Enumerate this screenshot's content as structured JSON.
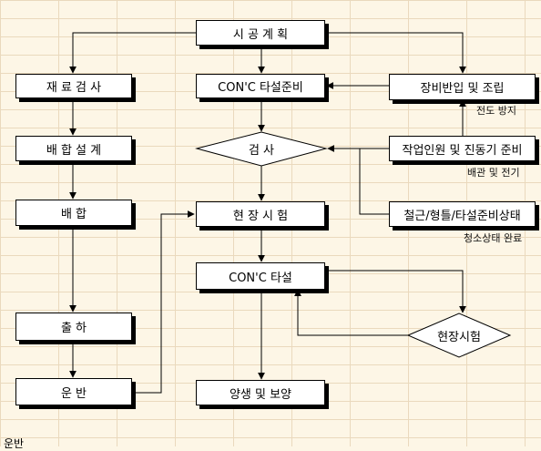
{
  "nodes": {
    "plan": "시 공 계 획",
    "material_inspection": "재 료 검 사",
    "conc_prep": "CON'C 타설준비",
    "equipment": "장비반입 및 조립",
    "mix_design": "배 합 설 계",
    "inspection": "검    사",
    "workers": "작업인원 및 진동기 준비",
    "mixing": "배      합",
    "field_test_1": "현 장 시 험",
    "rebar": "철근/형틀/타설준비상태",
    "conc_pour": "CON'C 타설",
    "shipping": "출      하",
    "field_test_2": "현장시험",
    "transport": "운      반",
    "curing": "양생 및 보양"
  },
  "notes": {
    "fall_prevention": "전도 방지",
    "piping_power": "배관 및 전기",
    "cleaning": "청소상태 완료"
  },
  "footer": "운반"
}
